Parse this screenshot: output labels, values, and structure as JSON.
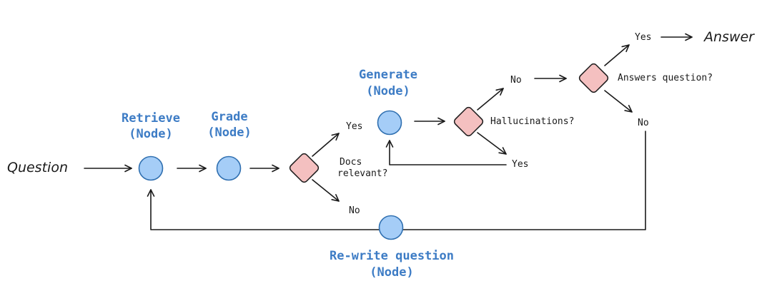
{
  "colors": {
    "node_fill": "#a5cdf7",
    "node_stroke": "#2f6fb0",
    "decision_fill": "#f4c0c0",
    "decision_stroke": "#1a1a1a",
    "node_label": "#3d7cc5",
    "line": "#1a1a1a"
  },
  "terminals": {
    "question": "Question",
    "answer": "Answer"
  },
  "nodes": {
    "retrieve": {
      "line1": "Retrieve",
      "line2": "(Node)"
    },
    "grade": {
      "line1": "Grade",
      "line2": "(Node)"
    },
    "generate": {
      "line1": "Generate",
      "line2": "(Node)"
    },
    "rewrite": {
      "line1": "Re-write question",
      "line2": "(Node)"
    }
  },
  "decisions": {
    "docs_relevant": {
      "line1": "Docs",
      "line2": "relevant?"
    },
    "hallucinations": {
      "label": "Hallucinations?"
    },
    "answers_question": {
      "label": "Answers question?"
    }
  },
  "edge_labels": {
    "docs_yes": "Yes",
    "docs_no": "No",
    "halluc_no": "No",
    "halluc_yes": "Yes",
    "answers_yes": "Yes",
    "answers_no": "No"
  }
}
